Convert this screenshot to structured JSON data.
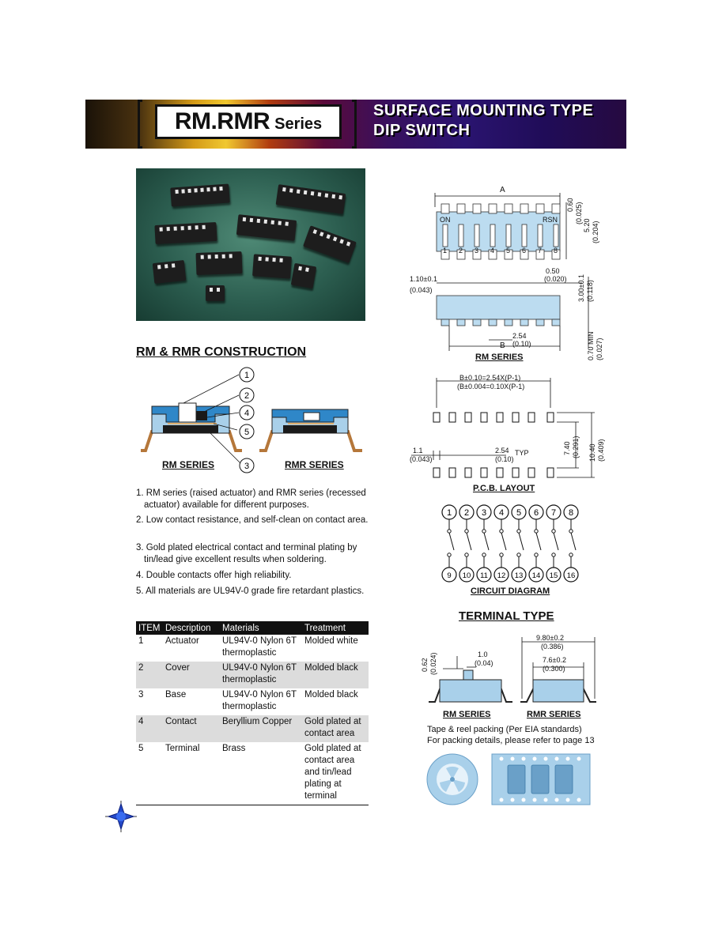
{
  "header": {
    "series": "RM.RMR",
    "series_suffix": "Series",
    "title_line1": "SURFACE MOUNTING TYPE",
    "title_line2": "DIP SWITCH"
  },
  "construction": {
    "heading": "RM & RMR CONSTRUCTION",
    "rm_label": "RM SERIES",
    "rmr_label": "RMR SERIES",
    "callouts": [
      "1",
      "2",
      "4",
      "5",
      "3"
    ]
  },
  "features": [
    "1. RM series (raised actuator) and RMR series (recessed actuator) available for different purposes.",
    "2. Low contact resistance, and self-clean on contact area.",
    "3. Gold plated electrical contact and terminal plating by tin/lead give excellent results when soldering.",
    "4. Double contacts offer high reliability.",
    "5. All materials are UL94V-0 grade fire retardant plastics."
  ],
  "spec_table": {
    "headers": [
      "ITEM",
      "Description",
      "Materials",
      "Treatment"
    ],
    "rows": [
      [
        "1",
        "Actuator",
        "UL94V-0 Nylon 6T thermoplastic",
        "Molded white"
      ],
      [
        "2",
        "Cover",
        "UL94V-0 Nylon 6T thermoplastic",
        "Molded black"
      ],
      [
        "3",
        "Base",
        "UL94V-0 Nylon 6T thermoplastic",
        "Molded black"
      ],
      [
        "4",
        "Contact",
        "Beryllium Copper",
        "Gold plated at contact area"
      ],
      [
        "5",
        "Terminal",
        "Brass",
        "Gold plated at contact area and tin/lead plating at terminal"
      ]
    ]
  },
  "dimensions": {
    "top_dims": [
      "A",
      "ON",
      "RSN",
      "0.60",
      "(0.025)",
      "5.20",
      "(0.204)",
      "0.50",
      "(0.020)",
      "1.10±0.1",
      "(0.043)",
      "3.00±0.1",
      "(0.118)",
      "2.54",
      "(0.10)",
      "B",
      "0.70 MIN",
      "(0.027)"
    ],
    "switch_numbers": [
      "1",
      "2",
      "3",
      "4",
      "5",
      "6",
      "7",
      "8"
    ],
    "rm_caption": "RM SERIES",
    "pcb_dims": [
      "B±0.10=2.54X(P-1)",
      "(B±0.004=0.10X(P-1)",
      "1.1",
      "(0.043)",
      "2.54",
      "(0.10)",
      "TYP",
      "7.40",
      "(0.291)",
      "10.40",
      "(0.409)"
    ],
    "pcb_caption": "P.C.B. LAYOUT"
  },
  "circuit": {
    "top": [
      "1",
      "2",
      "3",
      "4",
      "5",
      "6",
      "7",
      "8"
    ],
    "bottom": [
      "9",
      "10",
      "11",
      "12",
      "13",
      "14",
      "15",
      "16"
    ],
    "caption": "CIRCUIT DIAGRAM"
  },
  "terminal": {
    "heading": "TERMINAL TYPE",
    "dims": [
      "0.62",
      "(0.024)",
      "1.0",
      "(0.04)",
      "9.80±0.2",
      "(0.386)",
      "7.6±0.2",
      "(0.300)"
    ],
    "rm_label": "RM SERIES",
    "rmr_label": "RMR SERIES",
    "note1": "Tape & reel packing (Per EIA standards)",
    "note2": "For packing details, please refer to page 13"
  },
  "colors": {
    "body_blue": "#a9d0ea",
    "cover_blue": "#2f87c8",
    "terminal_brown": "#b5773a"
  }
}
